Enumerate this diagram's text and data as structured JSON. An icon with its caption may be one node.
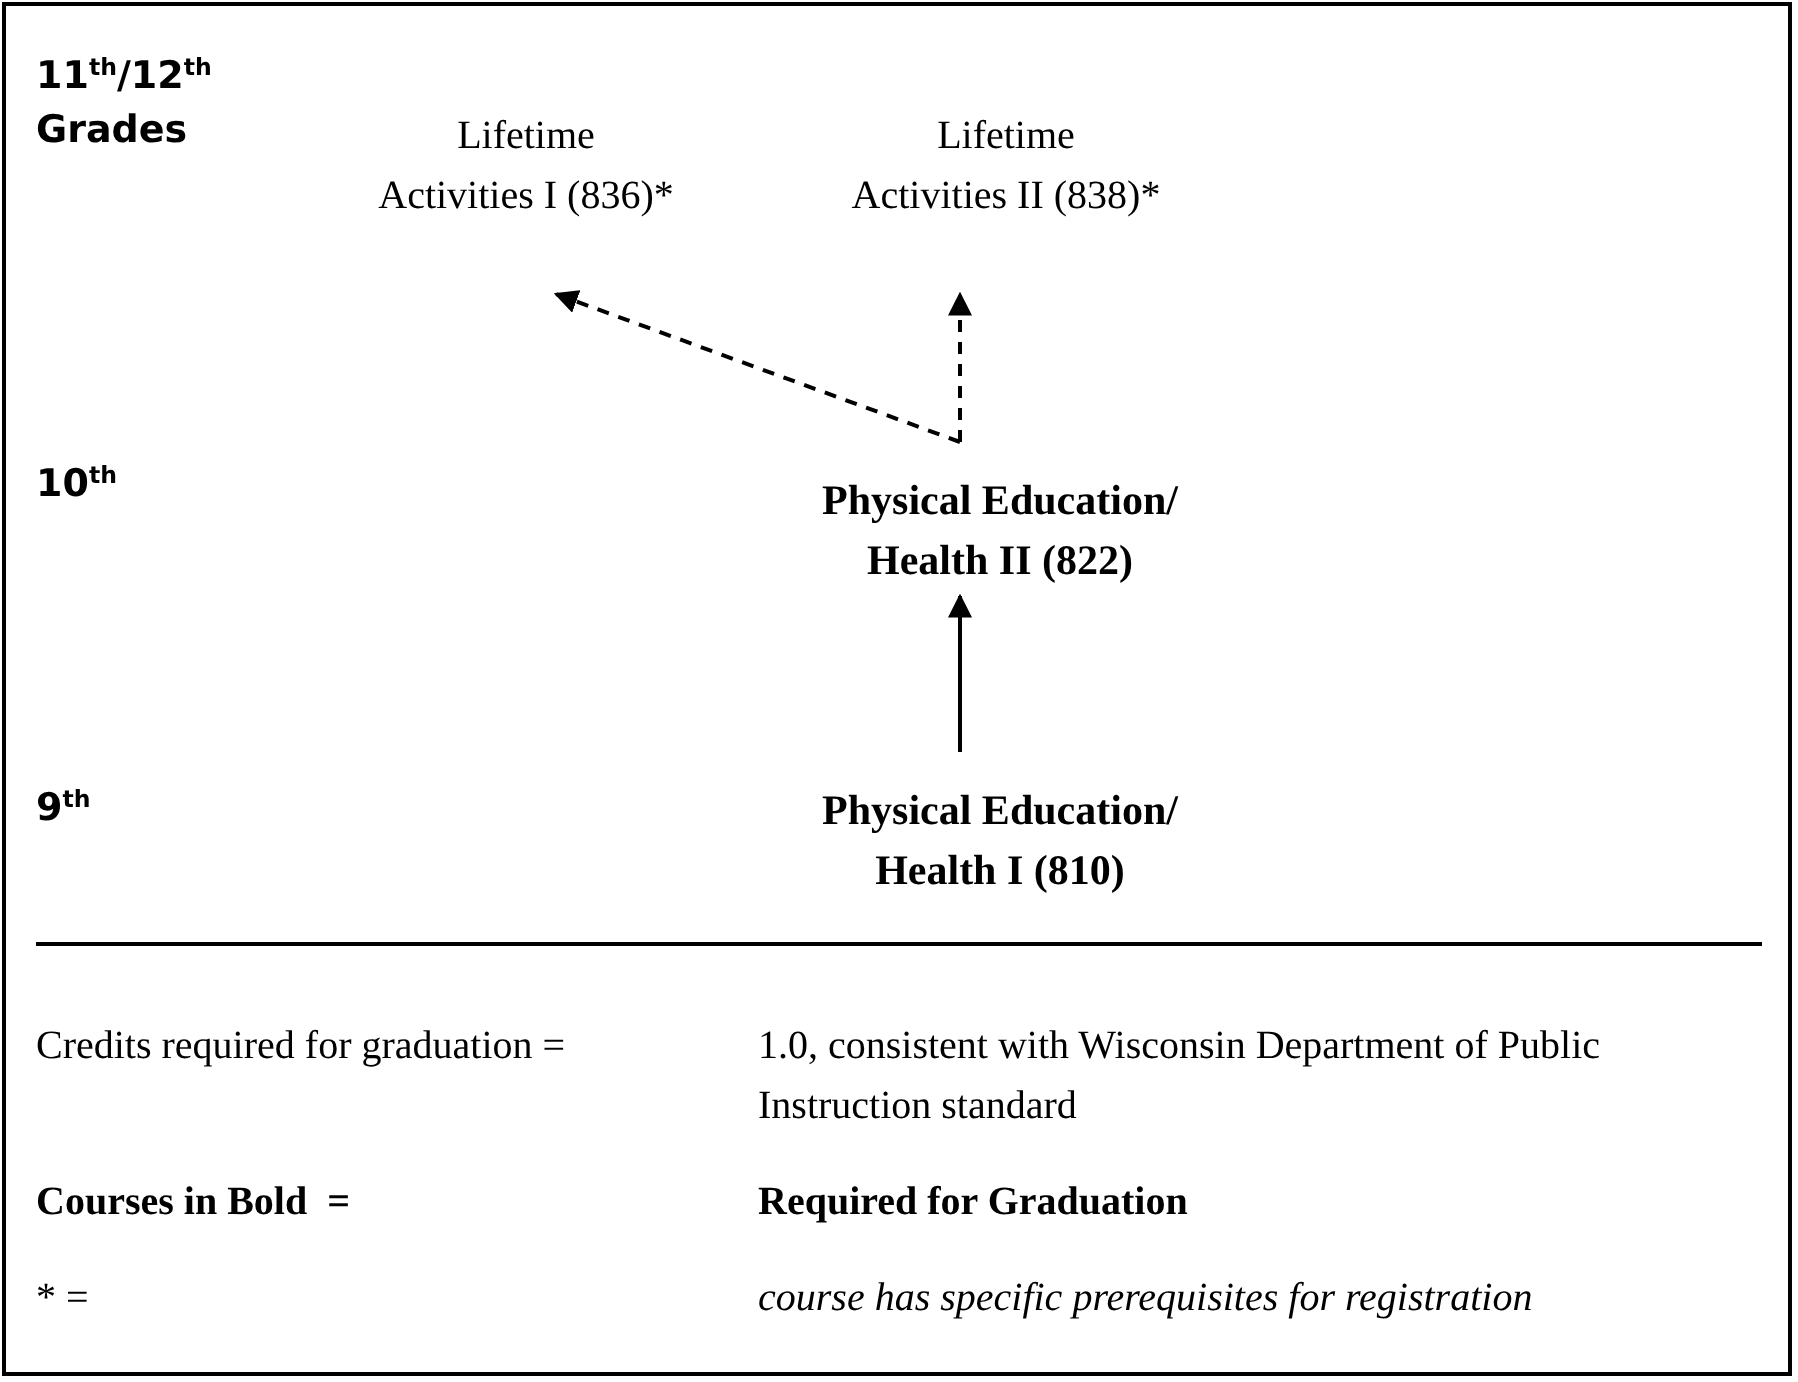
{
  "diagram": {
    "nodes": [
      {
        "text": [
          "Lifetime Activities I (836)*"
        ]
      },
      {
        "text": [
          "Lifetime Activities II (838)*"
        ]
      },
      {
        "text": [
          "Physical Education/ Health II (822)"
        ]
      },
      {
        "text": [
          "Physical Education/ Health I (810)"
        ]
      }
    ],
    "edges": [
      {
        "from": 3,
        "to": 2,
        "arrow": "to"
      },
      {
        "from": 2,
        "to": 0,
        "arrow": "to",
        "style": "dashed"
      },
      {
        "from": 2,
        "to": 1,
        "arrow": "to",
        "style": "dashed"
      }
    ],
    "labels": [
      "11$^{th}$/12$^{th}$ Grades",
      "10$^{th}$",
      "9$^{th}$",
      "Credits required for graduation =",
      "1.0, consistent with Wisconsin Department of Public Instruction standard",
      "Courses in Bold  =",
      "Required for Graduation",
      "* =",
      "course has specific prerequisites for registration"
    ]
  }
}
